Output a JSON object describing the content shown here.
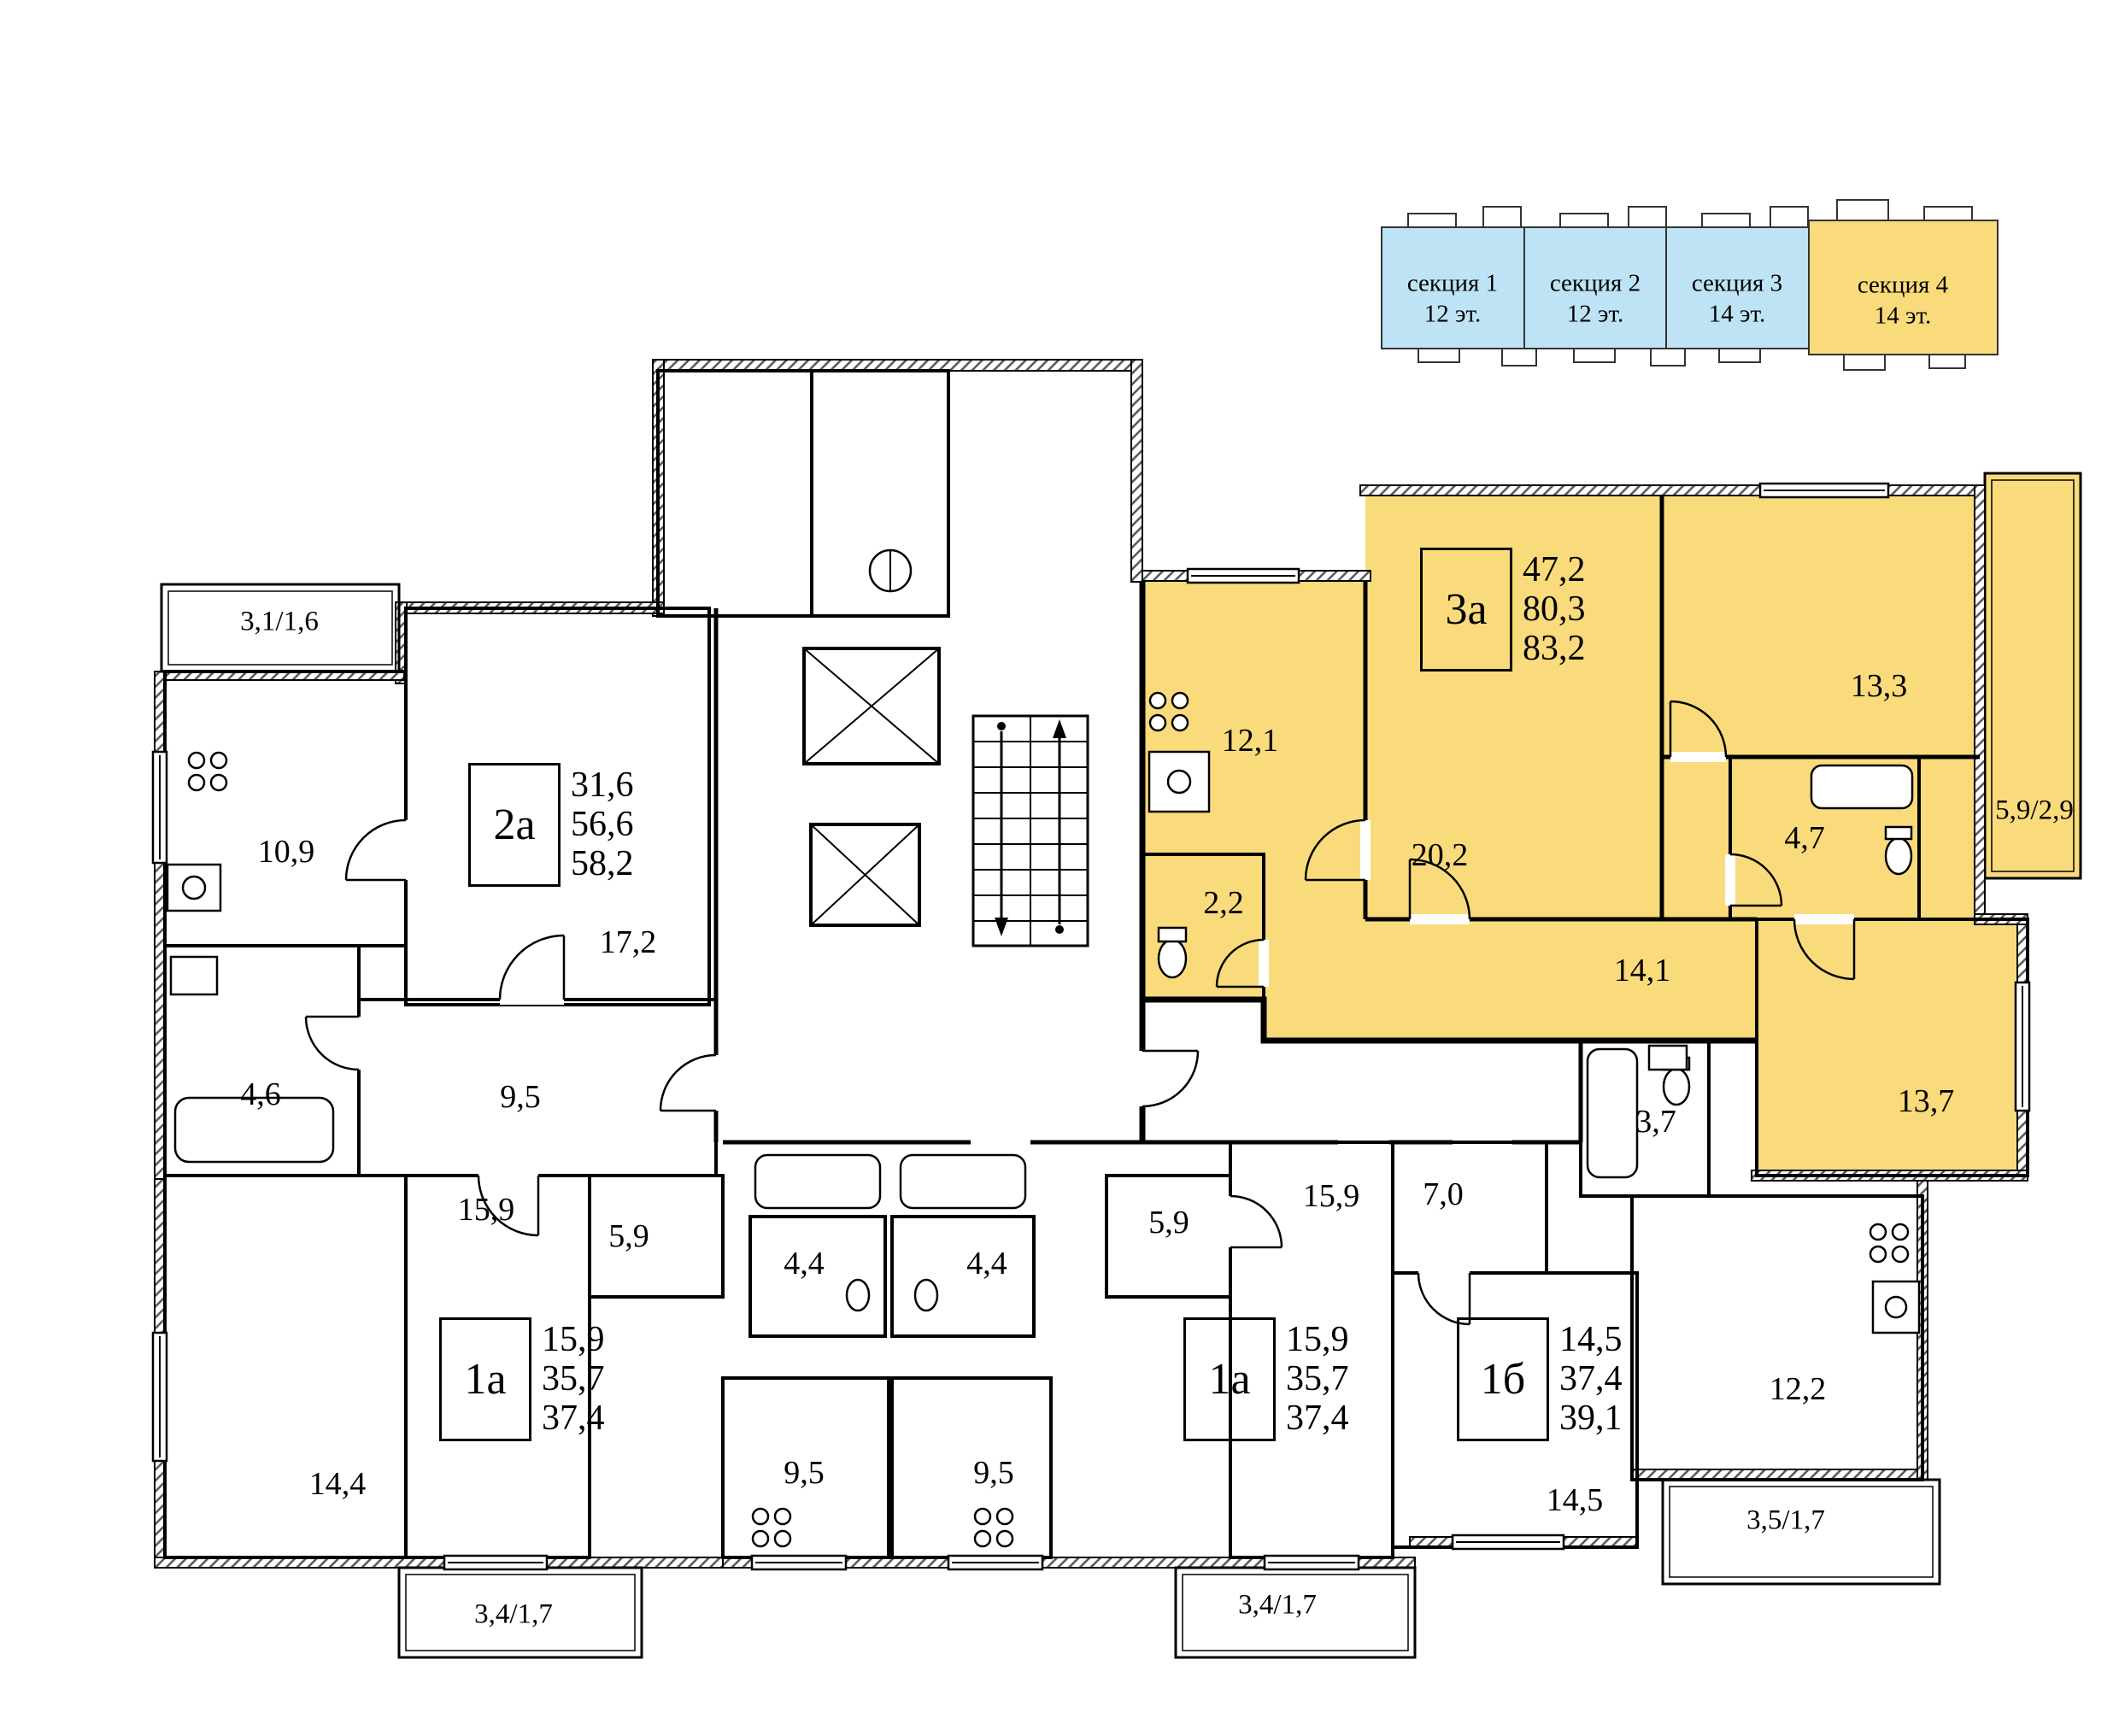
{
  "colors": {
    "highlight": "#F9DB7C",
    "legend_blue": "#BEE3F4"
  },
  "legend": {
    "sections": [
      {
        "name": "секция 1",
        "floors": "12 эт."
      },
      {
        "name": "секция 2",
        "floors": "12 эт."
      },
      {
        "name": "секция 3",
        "floors": "14 эт."
      },
      {
        "name": "секция 4",
        "floors": "14 эт."
      }
    ]
  },
  "apartments": {
    "a2a": {
      "type": "2а",
      "living": "31,6",
      "usable": "56,6",
      "total": "58,2"
    },
    "a3a": {
      "type": "3а",
      "living": "47,2",
      "usable": "80,3",
      "total": "83,2"
    },
    "a1aL": {
      "type": "1а",
      "living": "15,9",
      "usable": "35,7",
      "total": "37,4"
    },
    "a1aR": {
      "type": "1а",
      "living": "15,9",
      "usable": "35,7",
      "total": "37,4"
    },
    "a1b": {
      "type": "1б",
      "living": "14,5",
      "usable": "37,4",
      "total": "39,1"
    }
  },
  "rooms": {
    "balcony_2a": "3,1/1,6",
    "kitchen_2a": "10,9",
    "living_2a": "17,2",
    "bath_2a": "4,6",
    "hall_2a": "9,5",
    "living_1aL": "15,9",
    "kitchen_1aL": "14,4",
    "hall_1aL": "5,9",
    "bath_1aL": "4,4",
    "kitchen2_1aL": "9,5",
    "balcony_1aL": "3,4/1,7",
    "bath_1aR": "4,4",
    "kitchen2_1aR": "9,5",
    "hall_1aR": "5,9",
    "living_1aR": "15,9",
    "balcony_1aR": "3,4/1,7",
    "hall_1b": "7,0",
    "bath_1b": "3,7",
    "living_1b": "14,5",
    "kitchen_1b": "12,2",
    "balcony_1b": "3,5/1,7",
    "kitchen_3a": "12,1",
    "wc_3a": "2,2",
    "living_3a": "20,2",
    "bedroom1_3a": "13,3",
    "bath_3a": "4,7",
    "hall_3a": "14,1",
    "bedroom2_3a": "13,7",
    "balcony_3a": "5,9/2,9"
  }
}
